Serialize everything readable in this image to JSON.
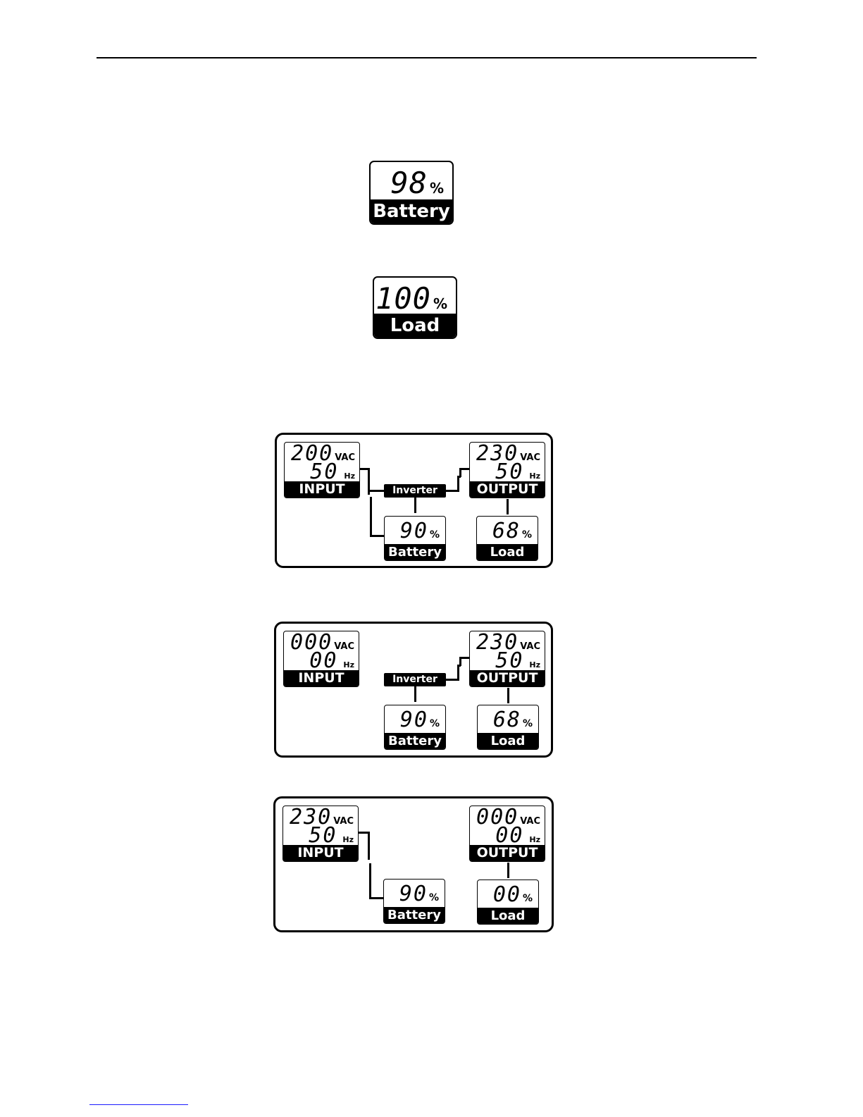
{
  "widgets": {
    "battery": {
      "value": "98",
      "unit": "%",
      "label": "Battery"
    },
    "load": {
      "value": "100",
      "unit": "%",
      "label": "Load"
    }
  },
  "panels": [
    {
      "input": {
        "voltage": "200",
        "v_unit": "VAC",
        "freq": "50",
        "f_unit": "Hz",
        "label": "INPUT"
      },
      "output": {
        "voltage": "230",
        "v_unit": "VAC",
        "freq": "50",
        "f_unit": "Hz",
        "label": "OUTPUT"
      },
      "inverter": "Inverter",
      "battery": {
        "value": "90",
        "unit": "%",
        "label": "Battery"
      },
      "load": {
        "value": "68",
        "unit": "%",
        "label": "Load"
      }
    },
    {
      "input": {
        "voltage": "000",
        "v_unit": "VAC",
        "freq": "00",
        "f_unit": "Hz",
        "label": "INPUT"
      },
      "output": {
        "voltage": "230",
        "v_unit": "VAC",
        "freq": "50",
        "f_unit": "Hz",
        "label": "OUTPUT"
      },
      "inverter": "Inverter",
      "battery": {
        "value": "90",
        "unit": "%",
        "label": "Battery"
      },
      "load": {
        "value": "68",
        "unit": "%",
        "label": "Load"
      }
    },
    {
      "input": {
        "voltage": "230",
        "v_unit": "VAC",
        "freq": "50",
        "f_unit": "Hz",
        "label": "INPUT"
      },
      "output": {
        "voltage": "000",
        "v_unit": "VAC",
        "freq": "00",
        "f_unit": "Hz",
        "label": "OUTPUT"
      },
      "battery": {
        "value": "90",
        "unit": "%",
        "label": "Battery"
      },
      "load": {
        "value": "00",
        "unit": "%",
        "label": "Load"
      }
    }
  ]
}
